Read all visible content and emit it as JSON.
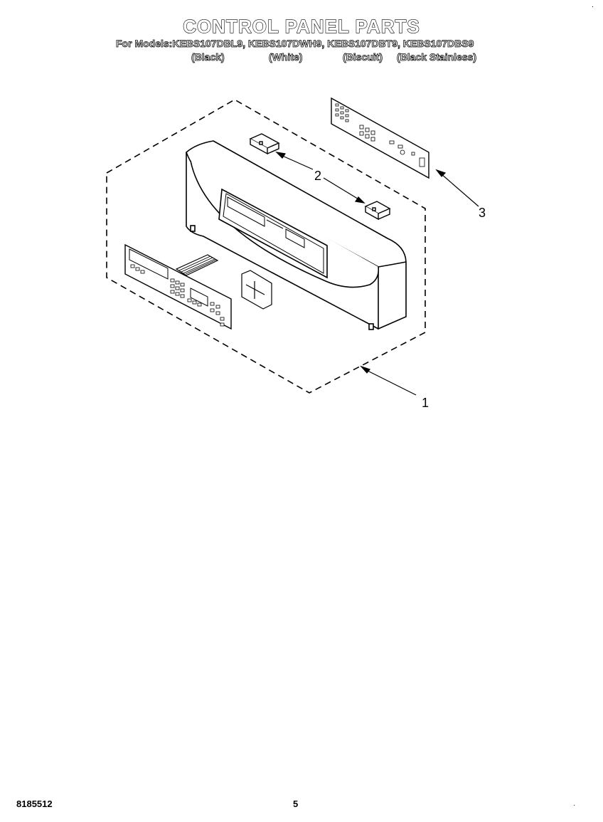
{
  "header": {
    "title": "CONTROL PANEL PARTS",
    "models_line": "For Models:KEBS107DBL9, KEBS107DWH9, KEBS107DBT9, KEBS107DBS9",
    "variants": [
      "(Black)",
      "(White)",
      "(Biscuit)",
      "(Black Stainless)"
    ]
  },
  "callouts": [
    "1",
    "2",
    "3"
  ],
  "footer": {
    "doc_number": "8185512",
    "page_number": "5"
  }
}
